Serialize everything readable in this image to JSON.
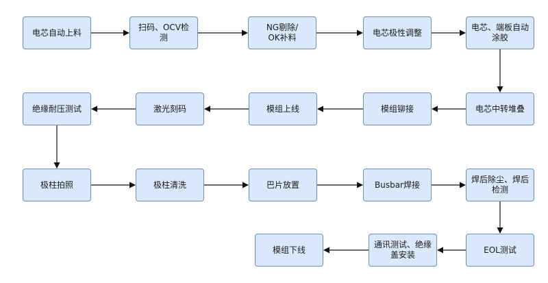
{
  "colors": {
    "fill": "#dae8fc",
    "stroke": "#6c8ebf",
    "edge": "#111111"
  },
  "nodes": [
    {
      "id": "n1",
      "label": "电芯自动上料"
    },
    {
      "id": "n2",
      "label": "扫码、OCV检测"
    },
    {
      "id": "n3",
      "label": "NG剔除/\nOK补料"
    },
    {
      "id": "n4",
      "label": "电芯极性调整"
    },
    {
      "id": "n5",
      "label": "电芯、端板自动\n涂胶"
    },
    {
      "id": "n6",
      "label": "电芯中转堆叠"
    },
    {
      "id": "n7",
      "label": "模组铆接"
    },
    {
      "id": "n8",
      "label": "模组上线"
    },
    {
      "id": "n9",
      "label": "激光刻码"
    },
    {
      "id": "n10",
      "label": "绝缘耐压测试"
    },
    {
      "id": "n11",
      "label": "极柱拍照"
    },
    {
      "id": "n12",
      "label": "极柱清洗"
    },
    {
      "id": "n13",
      "label": "巴片放置"
    },
    {
      "id": "n14",
      "label": "Busbar焊接"
    },
    {
      "id": "n15",
      "label": "焊后除尘、焊后\n检测"
    },
    {
      "id": "n16",
      "label": "EOL测试"
    },
    {
      "id": "n17",
      "label": "通讯测试、绝缘\n盖安装"
    },
    {
      "id": "n18",
      "label": "模组下线"
    }
  ],
  "edges": [
    [
      "n1",
      "n2"
    ],
    [
      "n2",
      "n3"
    ],
    [
      "n3",
      "n4"
    ],
    [
      "n4",
      "n5"
    ],
    [
      "n5",
      "n6"
    ],
    [
      "n6",
      "n7"
    ],
    [
      "n7",
      "n8"
    ],
    [
      "n8",
      "n9"
    ],
    [
      "n9",
      "n10"
    ],
    [
      "n10",
      "n11"
    ],
    [
      "n11",
      "n12"
    ],
    [
      "n12",
      "n13"
    ],
    [
      "n13",
      "n14"
    ],
    [
      "n14",
      "n15"
    ],
    [
      "n15",
      "n16"
    ],
    [
      "n16",
      "n17"
    ],
    [
      "n17",
      "n18"
    ]
  ]
}
